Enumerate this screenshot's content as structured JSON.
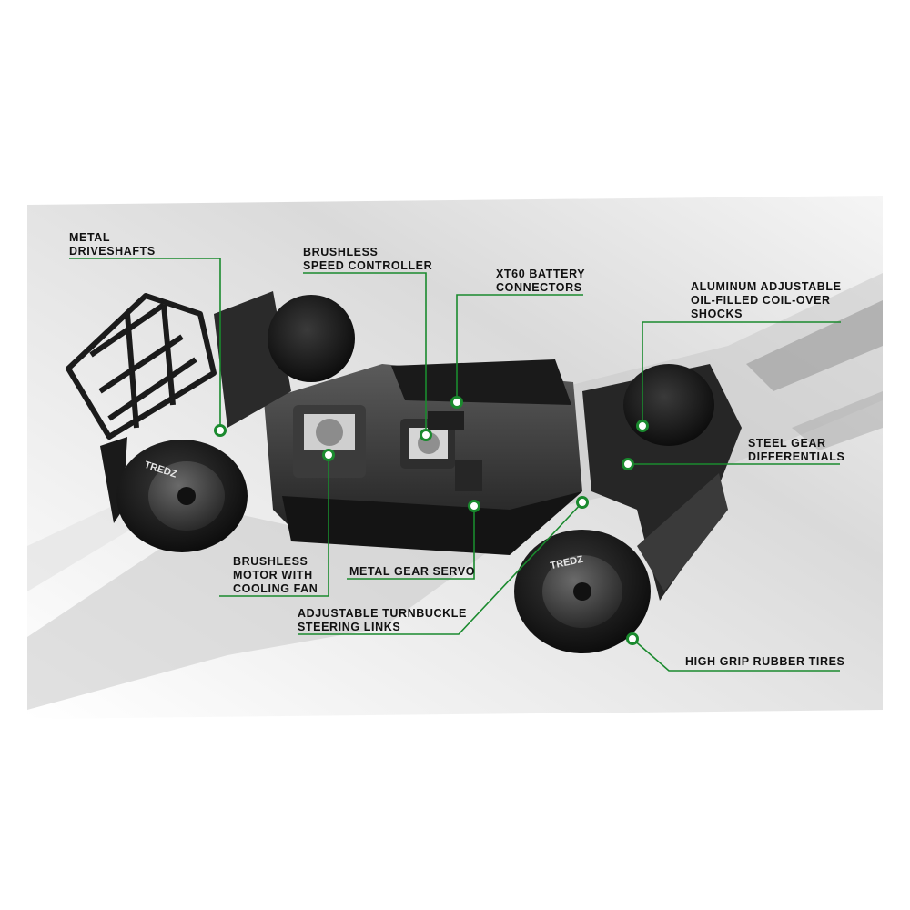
{
  "accent_color": "#1a8a2e",
  "callouts": {
    "metal_driveshafts": [
      "METAL",
      "DRIVESHAFTS"
    ],
    "brushless_speed_controller": [
      "BRUSHLESS",
      "SPEED CONTROLLER"
    ],
    "xt60_battery_connectors": [
      "XT60 BATTERY",
      "CONNECTORS"
    ],
    "aluminum_shocks": [
      "ALUMINUM ADJUSTABLE",
      "OIL-FILLED COIL-OVER",
      "SHOCKS"
    ],
    "steel_gear_differentials": [
      "STEEL GEAR",
      "DIFFERENTIALS"
    ],
    "brushless_motor": [
      "BRUSHLESS",
      "MOTOR WITH",
      "COOLING FAN"
    ],
    "metal_gear_servo": [
      "METAL GEAR SERVO"
    ],
    "turnbuckle_steering_links": [
      "ADJUSTABLE TURNBUCKLE",
      "STEERING LINKS"
    ],
    "high_grip_tires": [
      "HIGH GRIP RUBBER TIRES"
    ]
  },
  "tire_brand": "TREDZ"
}
